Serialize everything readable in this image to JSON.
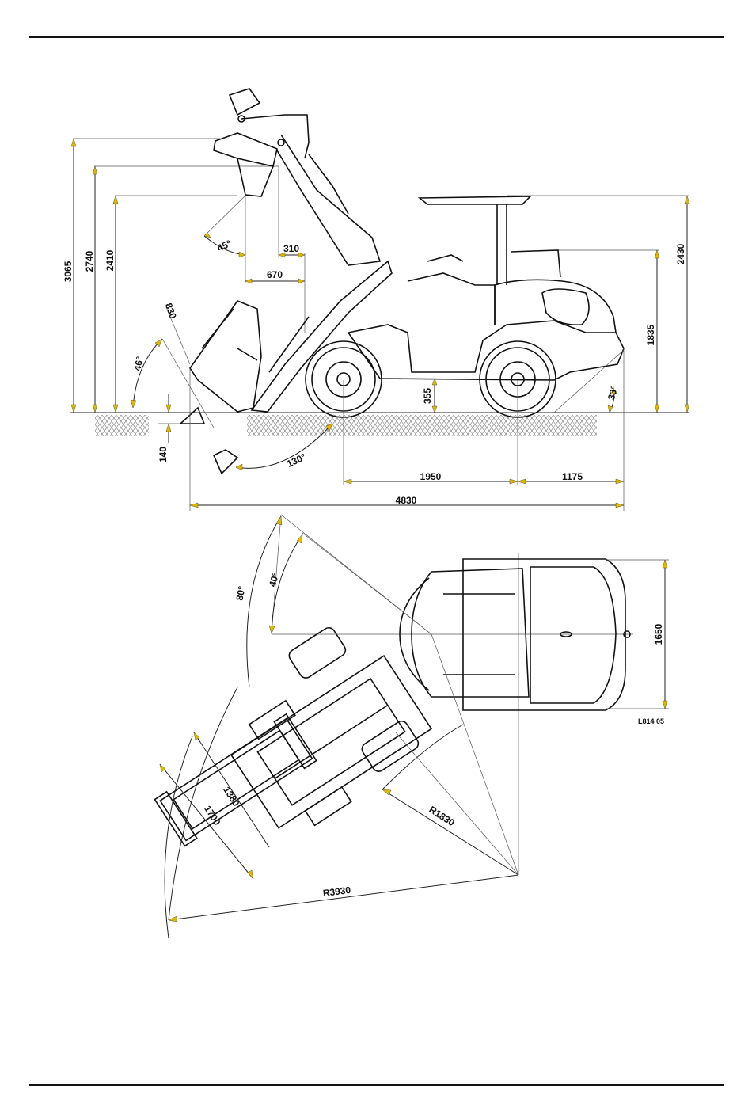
{
  "drawing_ref": "L814 05",
  "side_view": {
    "heights": {
      "max_hinge": "3065",
      "dump_height": "2740",
      "bucket_bottom": "2410",
      "roof": "2430",
      "seat": "1835"
    },
    "reach": {
      "reach_310": "310",
      "reach_670": "670"
    },
    "angles": {
      "dump_45": "45°",
      "rollback_46": "46°",
      "rollback_130": "130°",
      "departure_33": "33°"
    },
    "depth_140": "140",
    "clearance_355": "355",
    "bucket_830": "830",
    "wheelbase": "1950",
    "rear_overhang": "1175",
    "overall_length": "4830"
  },
  "top_view": {
    "angle_80": "80°",
    "angle_40": "40°",
    "width_1650": "1650",
    "bucket_1380": "1380",
    "bucket_1700": "1700",
    "radius_inner": "R1830",
    "radius_outer": "R3930"
  }
}
